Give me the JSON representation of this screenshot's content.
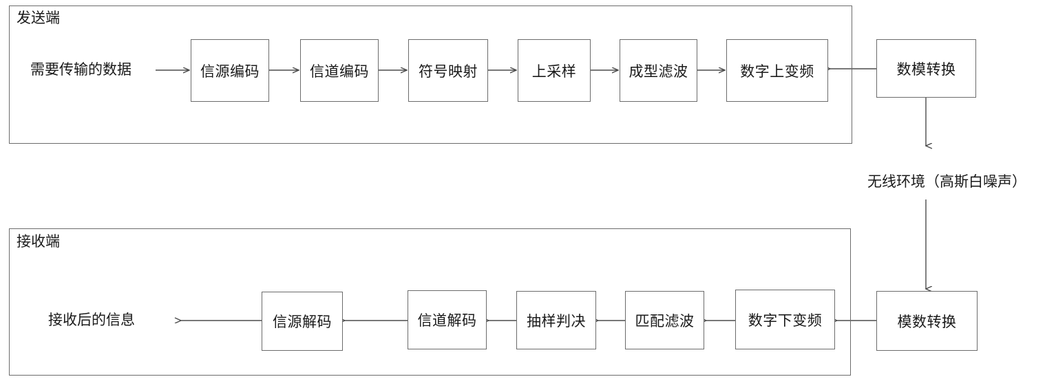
{
  "diagram": {
    "title_transmitter": "发送端",
    "title_receiver": "接收端",
    "channel_label": "无线环境（高斯白噪声）",
    "input_label": "需要传输的数据",
    "output_label": "接收后的信息",
    "transmitter_blocks": [
      {
        "label": "信源编码"
      },
      {
        "label": "信道编码"
      },
      {
        "label": "符号映射"
      },
      {
        "label": "上采样"
      },
      {
        "label": "成型滤波"
      },
      {
        "label": "数字上变频"
      }
    ],
    "transmitter_external_block": {
      "label": "数模转换"
    },
    "receiver_blocks": [
      {
        "label": "信源解码"
      },
      {
        "label": "信道解码"
      },
      {
        "label": "抽样判决"
      },
      {
        "label": "匹配滤波"
      },
      {
        "label": "数字下变频"
      }
    ],
    "receiver_external_block": {
      "label": "模数转换"
    },
    "colors": {
      "stroke": "#6b6b6b",
      "wire": "#4a4a4a",
      "text": "#1a1a1a",
      "background": "#ffffff"
    }
  }
}
